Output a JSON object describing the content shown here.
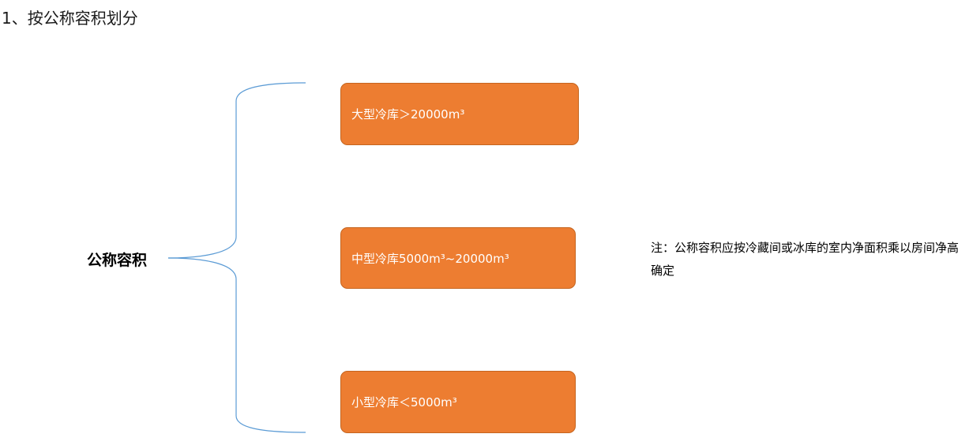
{
  "heading": "1、按公称容积划分",
  "root_label": "公称容积",
  "categories": [
    {
      "label": "大型冷库＞20000m³"
    },
    {
      "label": "中型冷库5000m³~20000m³"
    },
    {
      "label": "小型冷库＜5000m³"
    }
  ],
  "note": "注：公称容积应按冷藏间或冰库的室内净面积乘以房间净高确定",
  "colors": {
    "box_fill": "#ED7D31",
    "box_border": "#C5651F",
    "brace_line": "#5B9BD5"
  }
}
